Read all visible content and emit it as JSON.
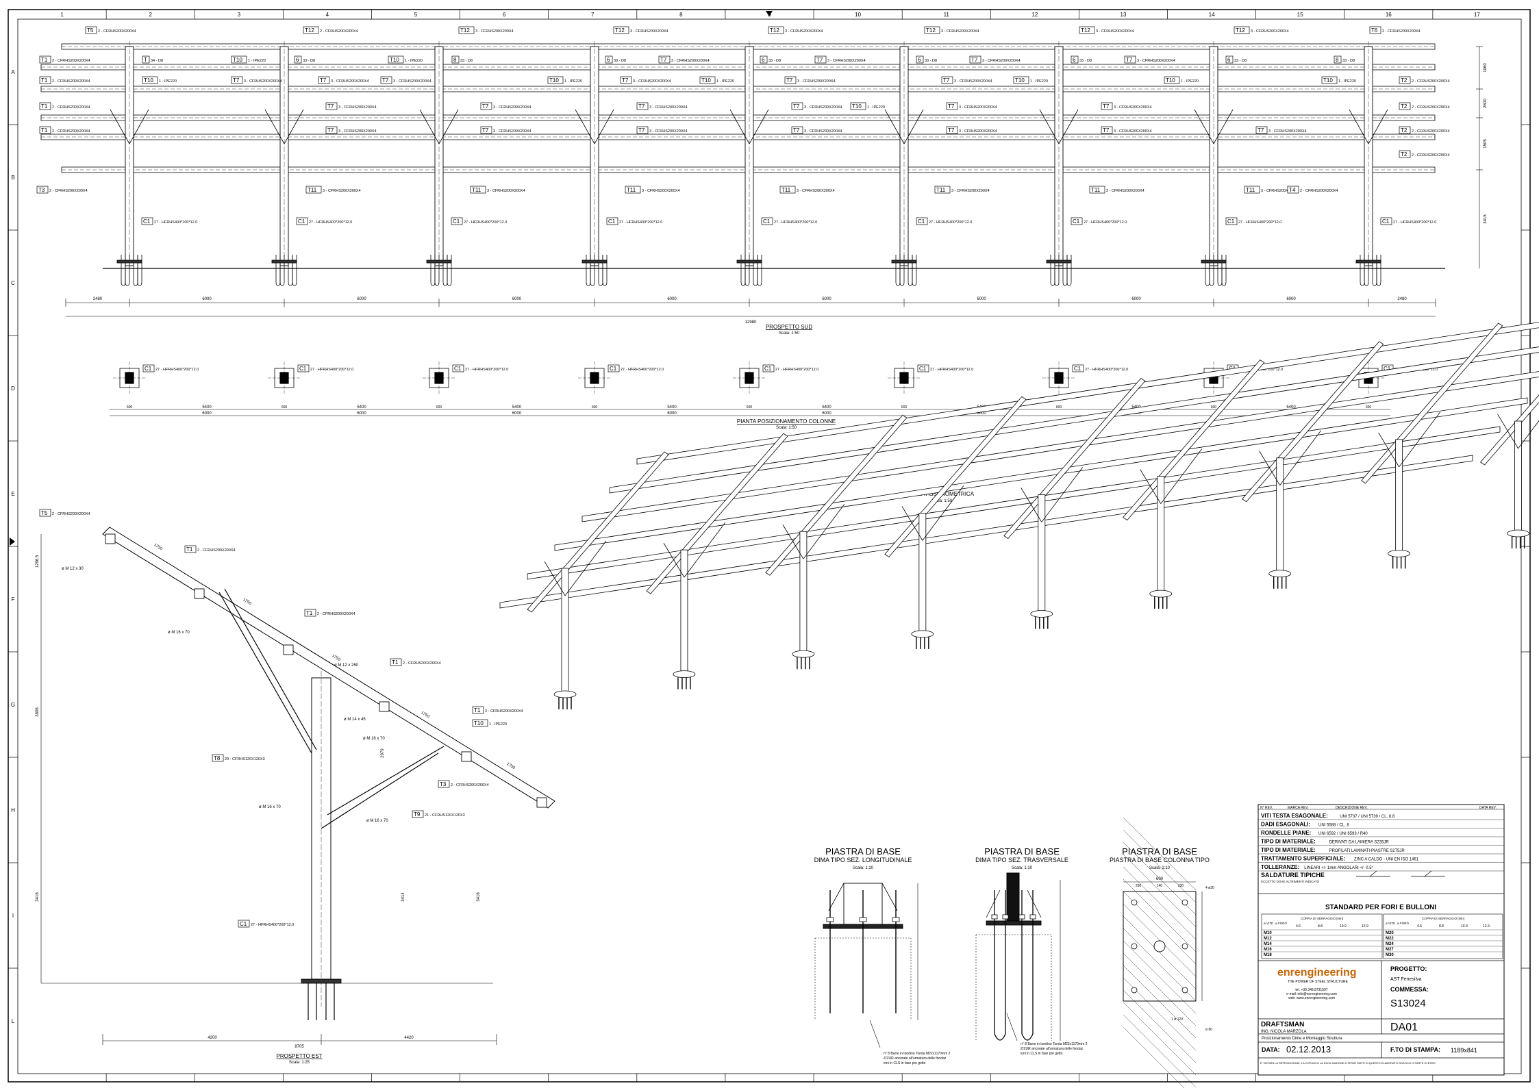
{
  "sheet": {
    "column_numbers": [
      "1",
      "2",
      "3",
      "4",
      "5",
      "6",
      "7",
      "8",
      "9",
      "10",
      "11",
      "12",
      "13",
      "14",
      "15",
      "16",
      "17"
    ],
    "row_letters": [
      "A",
      "B",
      "C",
      "D",
      "E",
      "F",
      "G",
      "H",
      "I",
      "L"
    ]
  },
  "views": {
    "south": {
      "title": "PROSPETTO SUD",
      "scale": "Scala: 1:50",
      "overall_span": "12980",
      "spans": [
        "2480",
        "6000",
        "6000",
        "6000",
        "6000",
        "6000",
        "6000",
        "6000",
        "6000",
        "2480"
      ],
      "right_dims": [
        "1060",
        "2600",
        "1505",
        "3415"
      ]
    },
    "plan": {
      "title": "PIANTA POSIZIONAMENTO COLONNE",
      "scale": "Scala: 1:50",
      "spacing_a": "5400",
      "spacing_b": "6000",
      "plate": "600",
      "column_label": "C1",
      "column_spec": "27 - HFRHS400*200*12.0"
    },
    "isometric": {
      "title": "VISTA ASSONOMETRICA",
      "scale": "Scala: 1:50"
    },
    "east": {
      "title": "PROSPETTO EST",
      "scale": "Scala: 1:25",
      "dims": [
        "1750",
        "1750",
        "1750",
        "1750",
        "1750",
        "4200",
        "4420",
        "8705",
        "3416",
        "3414",
        "3416",
        "2979",
        "1296.5",
        "3806"
      ],
      "bolts": [
        "ø M 12 x 30",
        "ø M 16 x 70",
        "ø M 12 x 250",
        "ø M 14 x 45",
        "ø M 16 x 70",
        "ø M 16 x 70",
        "ø M 16 x 70"
      ],
      "tags": [
        {
          "code": "T5",
          "text": "2 - CFRHS200X200X4"
        },
        {
          "code": "T1",
          "text": "2 - CFRHS200X200X4"
        },
        {
          "code": "T1",
          "text": "2 - CFRHS200X200X4"
        },
        {
          "code": "T1",
          "text": "2 - CFRHS200X200X4"
        },
        {
          "code": "T1",
          "text": "2 - CFRHS200X200X4"
        },
        {
          "code": "T10",
          "text": "1 - IPE220"
        },
        {
          "code": "T8",
          "text": "20 - CFRHS120X120X3"
        },
        {
          "code": "T3",
          "text": "2 - CFRHS200X200X4"
        },
        {
          "code": "T9",
          "text": "21 - CFRHS120X120X3"
        },
        {
          "code": "C1",
          "text": "27 - HFRHS400*200*12.0"
        }
      ]
    }
  },
  "south_tags": {
    "top": [
      {
        "code": "T5",
        "text": "2 - CFRHS200X200X4"
      },
      {
        "code": "T12",
        "text": "2 - CFRHS200X200X4"
      },
      {
        "code": "T12",
        "text": "3 - CFRHS200X200X4"
      },
      {
        "code": "T12",
        "text": "3 - CFRHS200X200X4"
      },
      {
        "code": "T12",
        "text": "3 - CFRHS200X200X4"
      },
      {
        "code": "T12",
        "text": "3 - CFRHS200X200X4"
      },
      {
        "code": "T12",
        "text": "3 - CFRHS200X200X4"
      },
      {
        "code": "T12",
        "text": "3 - CFRHS200X200X4"
      },
      {
        "code": "T6",
        "text": "2 - CFRHS200X200X4"
      }
    ],
    "row2": [
      {
        "code": "T1",
        "text": "2 - CFRHS200X200X4"
      },
      {
        "code": "T",
        "text": "34 - D8"
      },
      {
        "code": "T10",
        "text": "1 - IPE220"
      },
      {
        "code": "6",
        "text": "33 - D8"
      },
      {
        "code": "T10",
        "text": "1 - IPE220"
      },
      {
        "code": "8",
        "text": "33 - D8"
      },
      {
        "code": "6",
        "text": "33 - D8"
      },
      {
        "code": "T7",
        "text": "3 - CFRHS200X200X4"
      },
      {
        "code": "6",
        "text": "33 - D8"
      },
      {
        "code": "T7",
        "text": "3 - CFRHS200X200X4"
      },
      {
        "code": "6",
        "text": "33 - D8"
      },
      {
        "code": "T7",
        "text": "3 - CFRHS200X200X4"
      },
      {
        "code": "6",
        "text": "33 - D8"
      },
      {
        "code": "T7",
        "text": "3 - CFRHS200X200X4"
      },
      {
        "code": "6",
        "text": "33 - D8"
      },
      {
        "code": "8",
        "text": "33 - D8"
      }
    ],
    "row3": [
      {
        "code": "T1",
        "text": "2 - CFRHS200X200X4"
      },
      {
        "code": "T10",
        "text": "1 - IPE220"
      },
      {
        "code": "T7",
        "text": "3 - CFRHS200X200X4"
      },
      {
        "code": "T7",
        "text": "3 - CFRHS200X200X4"
      },
      {
        "code": "T7",
        "text": "3 - CFRHS200X200X4"
      },
      {
        "code": "T10",
        "text": "1 - IPE220"
      },
      {
        "code": "T7",
        "text": "3 - CFRHS200X200X4"
      },
      {
        "code": "T10",
        "text": "1 - IPE220"
      },
      {
        "code": "T7",
        "text": "3 - CFRHS200X200X4"
      },
      {
        "code": "T7",
        "text": "3 - CFRHS200X200X4"
      },
      {
        "code": "T10",
        "text": "1 - IPE220"
      },
      {
        "code": "T10",
        "text": "1 - IPE220"
      },
      {
        "code": "T10",
        "text": "1 - IPE220"
      },
      {
        "code": "T2",
        "text": "2 - CFRHS200X200X4"
      }
    ],
    "row4": [
      {
        "code": "T1",
        "text": "2 - CFRHS200X200X4"
      },
      {
        "code": "T7",
        "text": "3 - CFRHS200X200X4"
      },
      {
        "code": "T7",
        "text": "3 - CFRHS200X200X4"
      },
      {
        "code": "T7",
        "text": "3 - CFRHS200X200X4"
      },
      {
        "code": "T7",
        "text": "3 - CFRHS200X200X4"
      },
      {
        "code": "T10",
        "text": "1 - IPE220"
      },
      {
        "code": "T7",
        "text": "3 - CFRHS200X200X4"
      },
      {
        "code": "T7",
        "text": "3 - CFRHS200X200X4"
      },
      {
        "code": "T2",
        "text": "2 - CFRHS200X200X4"
      }
    ],
    "row5": [
      {
        "code": "T1",
        "text": "2 - CFRHS200X200X4"
      },
      {
        "code": "T7",
        "text": "3 - CFRHS200X200X4"
      },
      {
        "code": "T7",
        "text": "3 - CFRHS200X200X4"
      },
      {
        "code": "T7",
        "text": "3 - CFRHS200X200X4"
      },
      {
        "code": "T7",
        "text": "3 - CFRHS200X200X4"
      },
      {
        "code": "T7",
        "text": "3 - CFRHS200X200X4"
      },
      {
        "code": "T7",
        "text": "3 - CFRHS200X200X4"
      },
      {
        "code": "T7",
        "text": "3 - CFRHS200X200X4"
      },
      {
        "code": "T2",
        "text": "2 - CFRHS200X200X4"
      }
    ],
    "row6": [
      {
        "code": "T2",
        "text": "2 - CFRHS200X200X4"
      }
    ],
    "bottom": [
      {
        "code": "T3",
        "text": "2 - CFRHS200X200X4"
      },
      {
        "code": "T11",
        "text": "3 - CFRHS200X200X4"
      },
      {
        "code": "T11",
        "text": "3 - CFRHS200X200X4"
      },
      {
        "code": "T11",
        "text": "3 - CFRHS200X200X4"
      },
      {
        "code": "T11",
        "text": "3 - CFRHS200X200X4"
      },
      {
        "code": "T11",
        "text": "3 - CFRHS200X200X4"
      },
      {
        "code": "T11",
        "text": "3 - CFRHS200X200X4"
      },
      {
        "code": "T11",
        "text": "3 - CFRHS200X200X4"
      },
      {
        "code": "T4",
        "text": "2 - CFRHS200X200X4"
      }
    ],
    "columns": {
      "code": "C1",
      "text": "27 - HFRHS400*200*12.0"
    }
  },
  "details": [
    {
      "title": "PIASTRA DI BASE",
      "subtitle": "DIMA TIPO SEZ. LONGITUDINALE",
      "scale": "Scala: 1:10",
      "note": "n° 8 Barre in tondino Tonda M22x1170mm 2Z/ZUR ancorate all'armatura delle fondazioni in CLS in fase pre getto"
    },
    {
      "title": "PIASTRA DI BASE",
      "subtitle": "DIMA TIPO SEZ. TRASVERSALE",
      "scale": "Scala: 1:10",
      "note": "n° 8 Barre in tondino Tonda M22x1170mm 2Z/ZUR ancorate all'armatura delle fondazioni in CLS in fase pre getto"
    },
    {
      "title": "PIASTRA DI BASE",
      "subtitle": "PIASTRA DI BASE COLONNA TIPO",
      "scale": "Scala: 1:10",
      "dims": [
        "600",
        "230",
        "140",
        "230",
        "4 ø30",
        "ø 80",
        "1 ø 120"
      ]
    }
  ],
  "titleblock": {
    "rev_headers": [
      "N° REV.",
      "MARCA REV.",
      "DESCRIZIONE REV.",
      "DATA REV."
    ],
    "specs": [
      {
        "label": "VITI TESTA ESAGONALE:",
        "value": "UNI 5737 / UNI 5739 / CL. 8.8"
      },
      {
        "label": "DADI ESAGONALI:",
        "value": "UNI 5588 / CL. 8"
      },
      {
        "label": "RONDELLE PIANE:",
        "value": "UNI 6592 / UNI 6593 / R40"
      },
      {
        "label": "TIPO DI MATERIALE:",
        "value": "DERIVATI DA LAMIERA S235JR"
      },
      {
        "label": "TIPO DI MATERIALE:",
        "value": "PROFILATI LAMINATI-PIASTRE S275JR"
      },
      {
        "label": "TRATTAMENTO SUPERFICIALE:",
        "value": "ZINC A CALDO - UNI EN ISO 1461"
      },
      {
        "label": "TOLLERANZE:",
        "value": "LINEARI +/- 1mm  ANGOLARI +/- 0.5°"
      }
    ],
    "welding": {
      "title": "SALDATURE TIPICHE",
      "note": "ECCETTO DOVE ALTRIMENTI INDICATO"
    },
    "standards": {
      "title": "STANDARD PER FORI E BULLONI",
      "head_left": [
        "ø VITE",
        "ø FORO",
        "COPPIA DI SERRAGGIO [Nm]"
      ],
      "classes": [
        "4.6",
        "8.8",
        "10.9",
        "12.9"
      ],
      "left_rows": [
        "M10",
        "M12",
        "M14",
        "M16",
        "M18"
      ],
      "right_rows": [
        "M20",
        "M22",
        "M24",
        "M27",
        "M30"
      ]
    },
    "company": {
      "name": "enrengineering",
      "tagline": "THE POWER OF STEEL STRUCTURE",
      "contacts": [
        "tel. +39.348.8731597",
        "e-mail: info@enrengineering.com",
        "web: www.enrengineering.com"
      ]
    },
    "project_label": "PROGETTO:",
    "project_value": "AST Fenesilva",
    "commessa_label": "COMMESSA:",
    "commessa_value": "S13024",
    "draftsman_label": "DRAFTSMAN",
    "draftsman_name": "ING. NICOLA MARZOLA",
    "drawing_code": "DA01",
    "description": "Posizionamento Dime e Montaggio Struttura",
    "date_label": "DATA:",
    "date_value": "02.12.2013",
    "format_label": "F.TO DI STAMPA:",
    "format_value": "1189x841",
    "footer": "E' VIETATA LA RIPRODUZIONE, LA COPIA E/O LA DIVULGAZIONE A TERZE PARTI DI QUESTO ELABORATO GRAFICO O PARTE DI ESSO"
  }
}
